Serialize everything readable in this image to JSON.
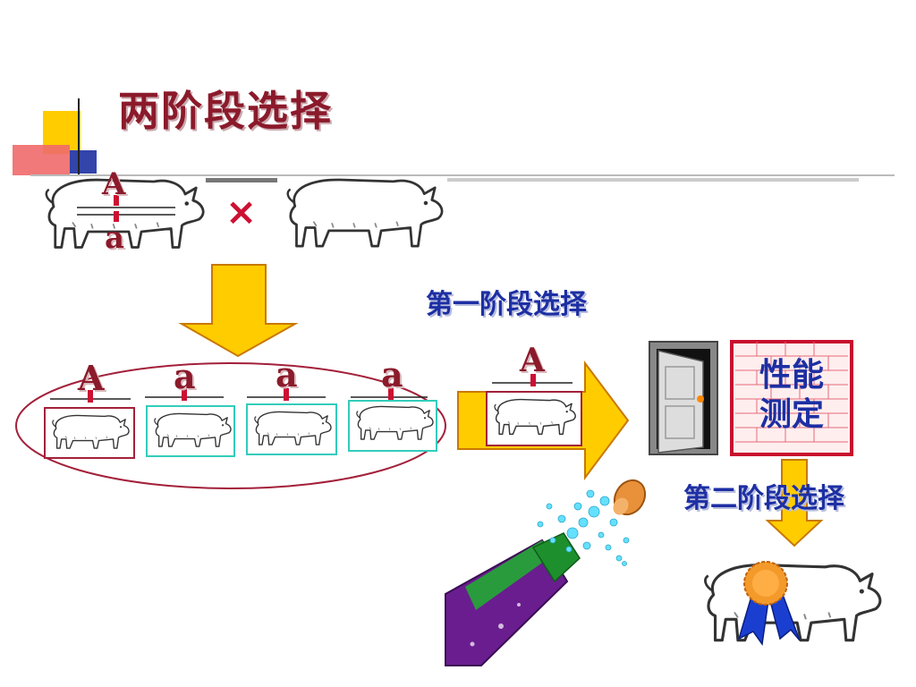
{
  "title": "两阶段选择",
  "cross_symbol": "×",
  "parent": {
    "top_allele": "A",
    "bottom_allele": "a"
  },
  "offspring_alleles": [
    "A",
    "a",
    "a",
    "a"
  ],
  "selected_allele": "A",
  "stage1_label": "第一阶段选择",
  "stage2_label": "第二阶段选择",
  "performance_test": {
    "line1": "性能",
    "line2": "测定"
  },
  "colors": {
    "title": "#8b1a2b",
    "stage_text": "#1d2fa3",
    "arrow_fill": "#ffcc00",
    "arrow_stroke": "#c97800",
    "selected_box": "#a3203a",
    "other_box": "#33ccbb",
    "ellipse": "#a3203a"
  }
}
